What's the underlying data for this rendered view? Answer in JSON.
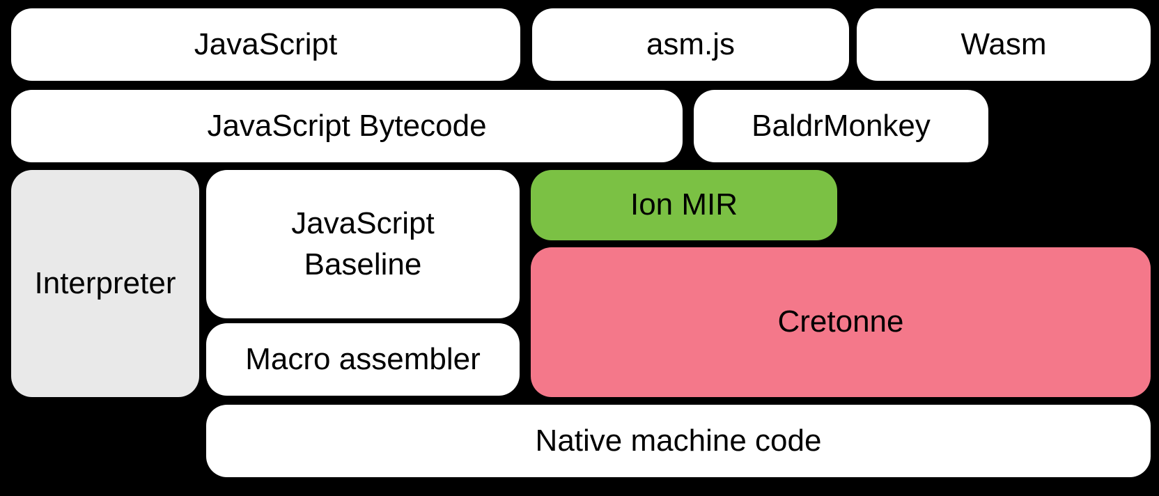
{
  "colors": {
    "background": "#000000",
    "box_white": "#ffffff",
    "box_gray": "#e9e9e9",
    "box_green": "#7bc144",
    "box_pink": "#f4788a",
    "text": "#000000"
  },
  "diagram": {
    "nodes": {
      "javascript": {
        "label": "JavaScript"
      },
      "asmjs": {
        "label": "asm.js"
      },
      "wasm": {
        "label": "Wasm"
      },
      "javascript_bytecode": {
        "label": "JavaScript Bytecode"
      },
      "baldrmonkey": {
        "label": "BaldrMonkey"
      },
      "interpreter": {
        "label": "Interpreter"
      },
      "javascript_baseline": {
        "label": "JavaScript\nBaseline"
      },
      "ion_mir": {
        "label": "Ion MIR"
      },
      "cretonne": {
        "label": "Cretonne"
      },
      "macro_assembler": {
        "label": "Macro assembler"
      },
      "native_machine_code": {
        "label": "Native machine code"
      }
    }
  }
}
